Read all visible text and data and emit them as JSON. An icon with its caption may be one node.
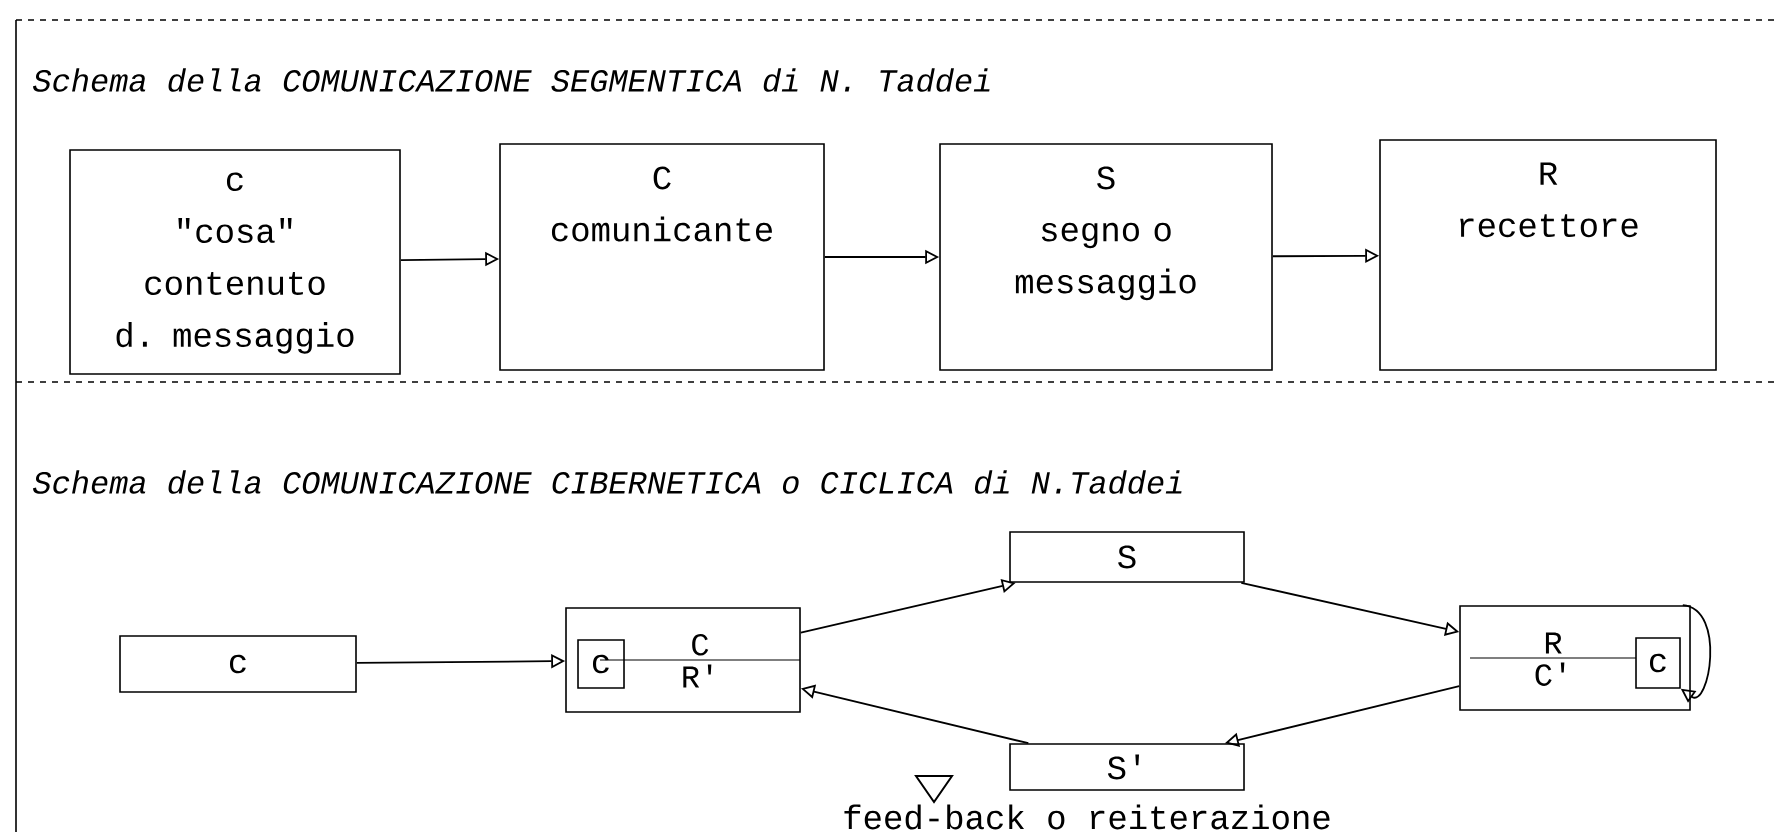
{
  "diagram": {
    "nodes": [
      {
        "text": [
          "c",
          "\"cosa\" contenuto d. messaggio"
        ]
      },
      {
        "text": [
          "C",
          "comunicante"
        ]
      },
      {
        "text": [
          "S",
          "segno o messaggio"
        ]
      },
      {
        "text": [
          "R",
          "recettore"
        ]
      },
      {
        "text": [
          "c"
        ]
      },
      {
        "text": [
          "C",
          "R'"
        ]
      },
      {
        "text": [
          "c"
        ],
        "in": 5
      },
      {
        "text": [
          "S"
        ]
      },
      {
        "text": [
          "R",
          "C'"
        ]
      },
      {
        "text": [
          "c"
        ],
        "in": 8
      },
      {
        "text": [
          "S'"
        ],
        "beside": [
          "feed-back o reiterazione"
        ]
      }
    ],
    "edges": [
      {
        "from": 0,
        "to": 1,
        "arrow": "to"
      },
      {
        "from": 1,
        "to": 2,
        "arrow": "to"
      },
      {
        "from": 2,
        "to": 3,
        "arrow": "to"
      },
      {
        "from": 4,
        "to": 5,
        "arrow": "to"
      },
      {
        "from": 5,
        "to": 7,
        "arrow": "to"
      },
      {
        "from": 7,
        "to": 8,
        "arrow": "to"
      },
      {
        "from": 8,
        "to": 10,
        "arrow": "to"
      },
      {
        "from": 10,
        "to": 5,
        "arrow": "to"
      },
      {
        "from": 8,
        "to": 9,
        "arrow": "to"
      }
    ],
    "labels": [
      "Schema della COMUNICAZIONE SEGMENTICA di N. Taddei",
      "Schema della COMUNICAZIONE CIBERNETICA o CICLICA  di N.Taddei"
    ]
  }
}
